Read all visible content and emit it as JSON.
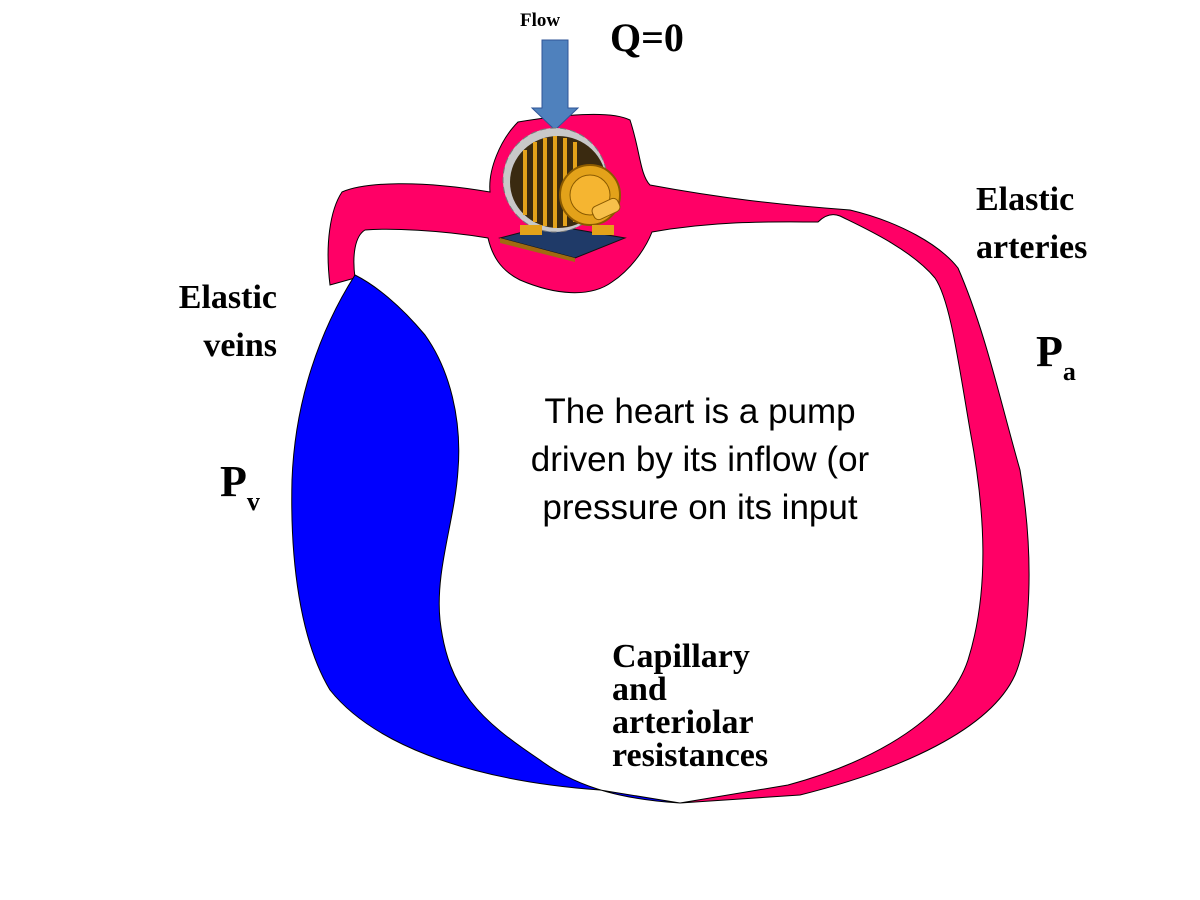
{
  "labels": {
    "flow": "Flow",
    "q": "Q=0",
    "arteries_line1": "Elastic",
    "arteries_line2": "arteries",
    "veins_line1": "Elastic",
    "veins_line2": "veins",
    "pa_main": "P",
    "pa_sub": "a",
    "pv_main": "P",
    "pv_sub": "v",
    "center_text": "The heart is a pump driven by its inflow (or pressure on its input",
    "capillary_line1": "Capillary",
    "capillary_line2": "and",
    "capillary_line3": "arteriolar",
    "capillary_line4": "resistances"
  },
  "colors": {
    "artery": "#ff0066",
    "vein": "#0000ff",
    "arrow": "#4f81bd",
    "motor": "#e3a21a"
  },
  "icons": {
    "pump": "motor-icon",
    "arrow": "down-arrow-icon"
  }
}
